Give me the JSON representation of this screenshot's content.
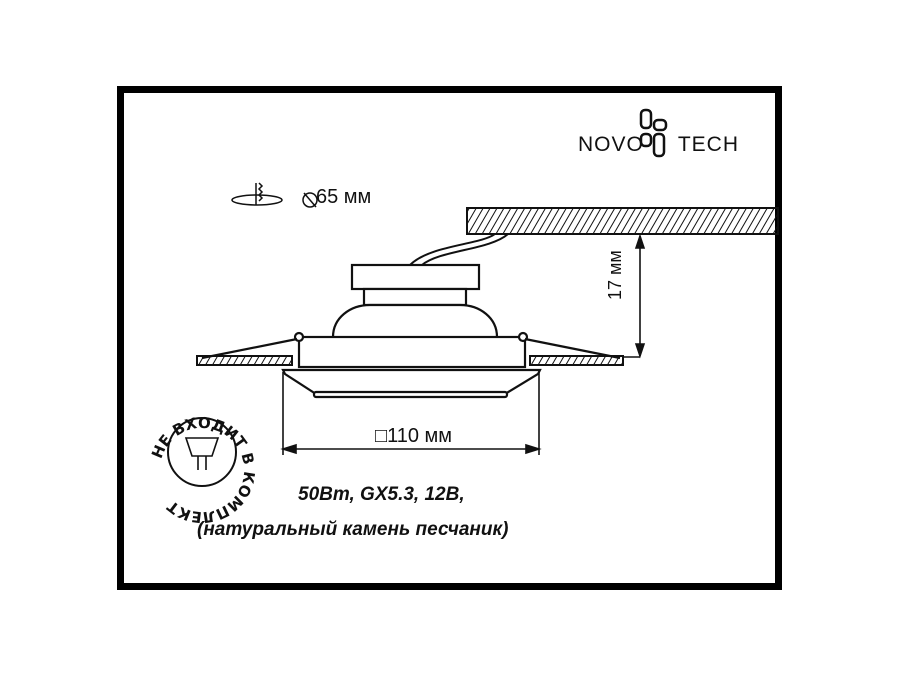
{
  "brand": {
    "name_left": "NOVO",
    "name_right": "TECH",
    "full": "NOVOTECH"
  },
  "dimensions": {
    "cutout_symbol": "⊘",
    "cutout_label": "65 мм",
    "height_label": "17 мм",
    "width_symbol": "□",
    "width_label": "110 мм"
  },
  "specs": {
    "line1": "50Вт, GX5.3, 12В,",
    "line2": "(натуральный камень песчаник)"
  },
  "badge": {
    "text": "ВХОДИТ В КОМПЛЕКТ НЕ",
    "full_text": "НЕ ВХОДИТ В КОМПЛЕКТ",
    "icon": "lamp-bulb-icon"
  },
  "colors": {
    "line": "#111111",
    "background": "#ffffff",
    "frame": "#000000"
  }
}
